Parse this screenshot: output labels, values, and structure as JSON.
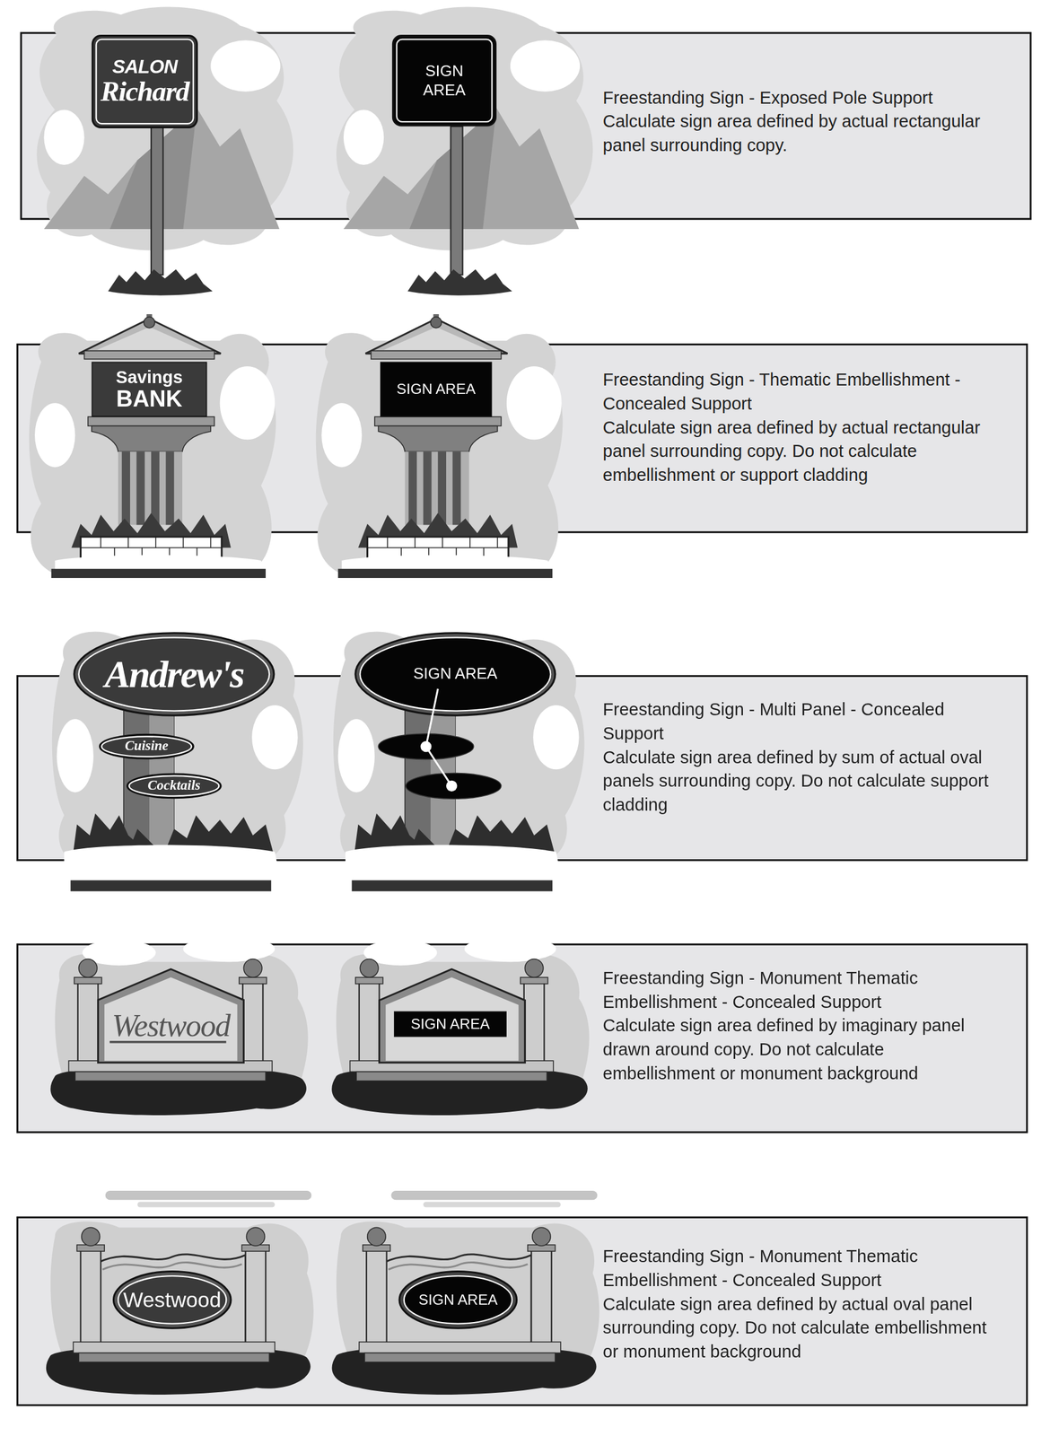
{
  "diagram": {
    "nodes": [
      {
        "text": [
          "SALON",
          "Richard"
        ]
      },
      {
        "text": [
          "SIGN AREA"
        ]
      },
      {
        "text": [
          "Freestanding Sign - Exposed Pole Support",
          "Calculate sign area defined by actual rectangular panel surrounding copy."
        ]
      },
      {
        "text": [
          "Savings",
          "BANK"
        ]
      },
      {
        "text": [
          "SIGN AREA"
        ]
      },
      {
        "text": [
          "Freestanding Sign - Thematic Embellishment - Concealed Support",
          "Calculate sign area defined by actual rectangular panel surrounding copy. Do not calculate embellishment or support cladding"
        ]
      },
      {
        "text": [
          "Andrew's"
        ]
      },
      {
        "text": [
          "Cuisine"
        ]
      },
      {
        "text": [
          "Cocktails"
        ]
      },
      {
        "text": [
          "SIGN AREA"
        ]
      },
      {
        "text": [
          "Freestanding Sign - Multi Panel - Concealed Support",
          "Calculate sign area defined by sum of actual oval panels surrounding copy. Do not calculate support cladding"
        ]
      },
      {
        "text": [
          "Westwood"
        ]
      },
      {
        "text": [
          "SIGN AREA"
        ]
      },
      {
        "text": [
          "Freestanding Sign - Monument Thematic Embellishment - Concealed Support",
          "Calculate sign area defined by imaginary panel drawn around copy. Do not calculate embellishment or monument background"
        ]
      },
      {
        "text": [
          "Westwood"
        ]
      },
      {
        "text": [
          "SIGN AREA"
        ]
      },
      {
        "text": [
          "Freestanding Sign - Monument Thematic Embellishment - Concealed Support",
          "Calculate sign area defined by actual oval panel surrounding copy. Do not calculate embellishment or monument background"
        ]
      }
    ]
  }
}
